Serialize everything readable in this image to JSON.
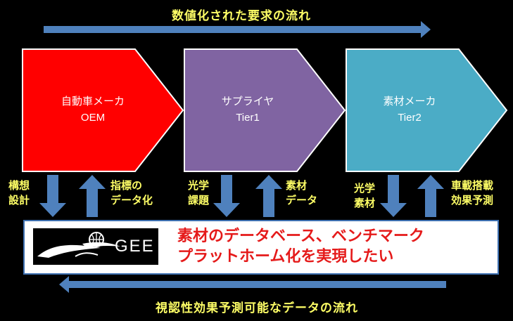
{
  "title_top": "数値化された要求の流れ",
  "title_bottom": "視認性効果予測可能なデータの流れ",
  "boxes": [
    {
      "name": "自動車メーカ",
      "sub": "OEM",
      "color": "#ff0000"
    },
    {
      "name": "サプライヤ",
      "sub": "Tier1",
      "color": "#8064a2"
    },
    {
      "name": "素材メーカ",
      "sub": "Tier2",
      "color": "#4bacc6"
    }
  ],
  "labels": {
    "oem_down": [
      "構想",
      "設計"
    ],
    "oem_up": [
      "指標の",
      "データ化"
    ],
    "tier1_down": [
      "光学",
      "課題"
    ],
    "tier1_up": [
      "素材",
      "データ"
    ],
    "tier2_down": [
      "光学",
      "素材"
    ],
    "tier2_up": [
      "車載搭載",
      "効果予測"
    ]
  },
  "logo_text": "GEE",
  "message": [
    "素材のデータベース、ベンチマーク",
    "プラットホーム化を実現したい"
  ],
  "colors": {
    "arrow": "#4f81bd",
    "label": "#ffff66",
    "message": "#e51a1a"
  }
}
